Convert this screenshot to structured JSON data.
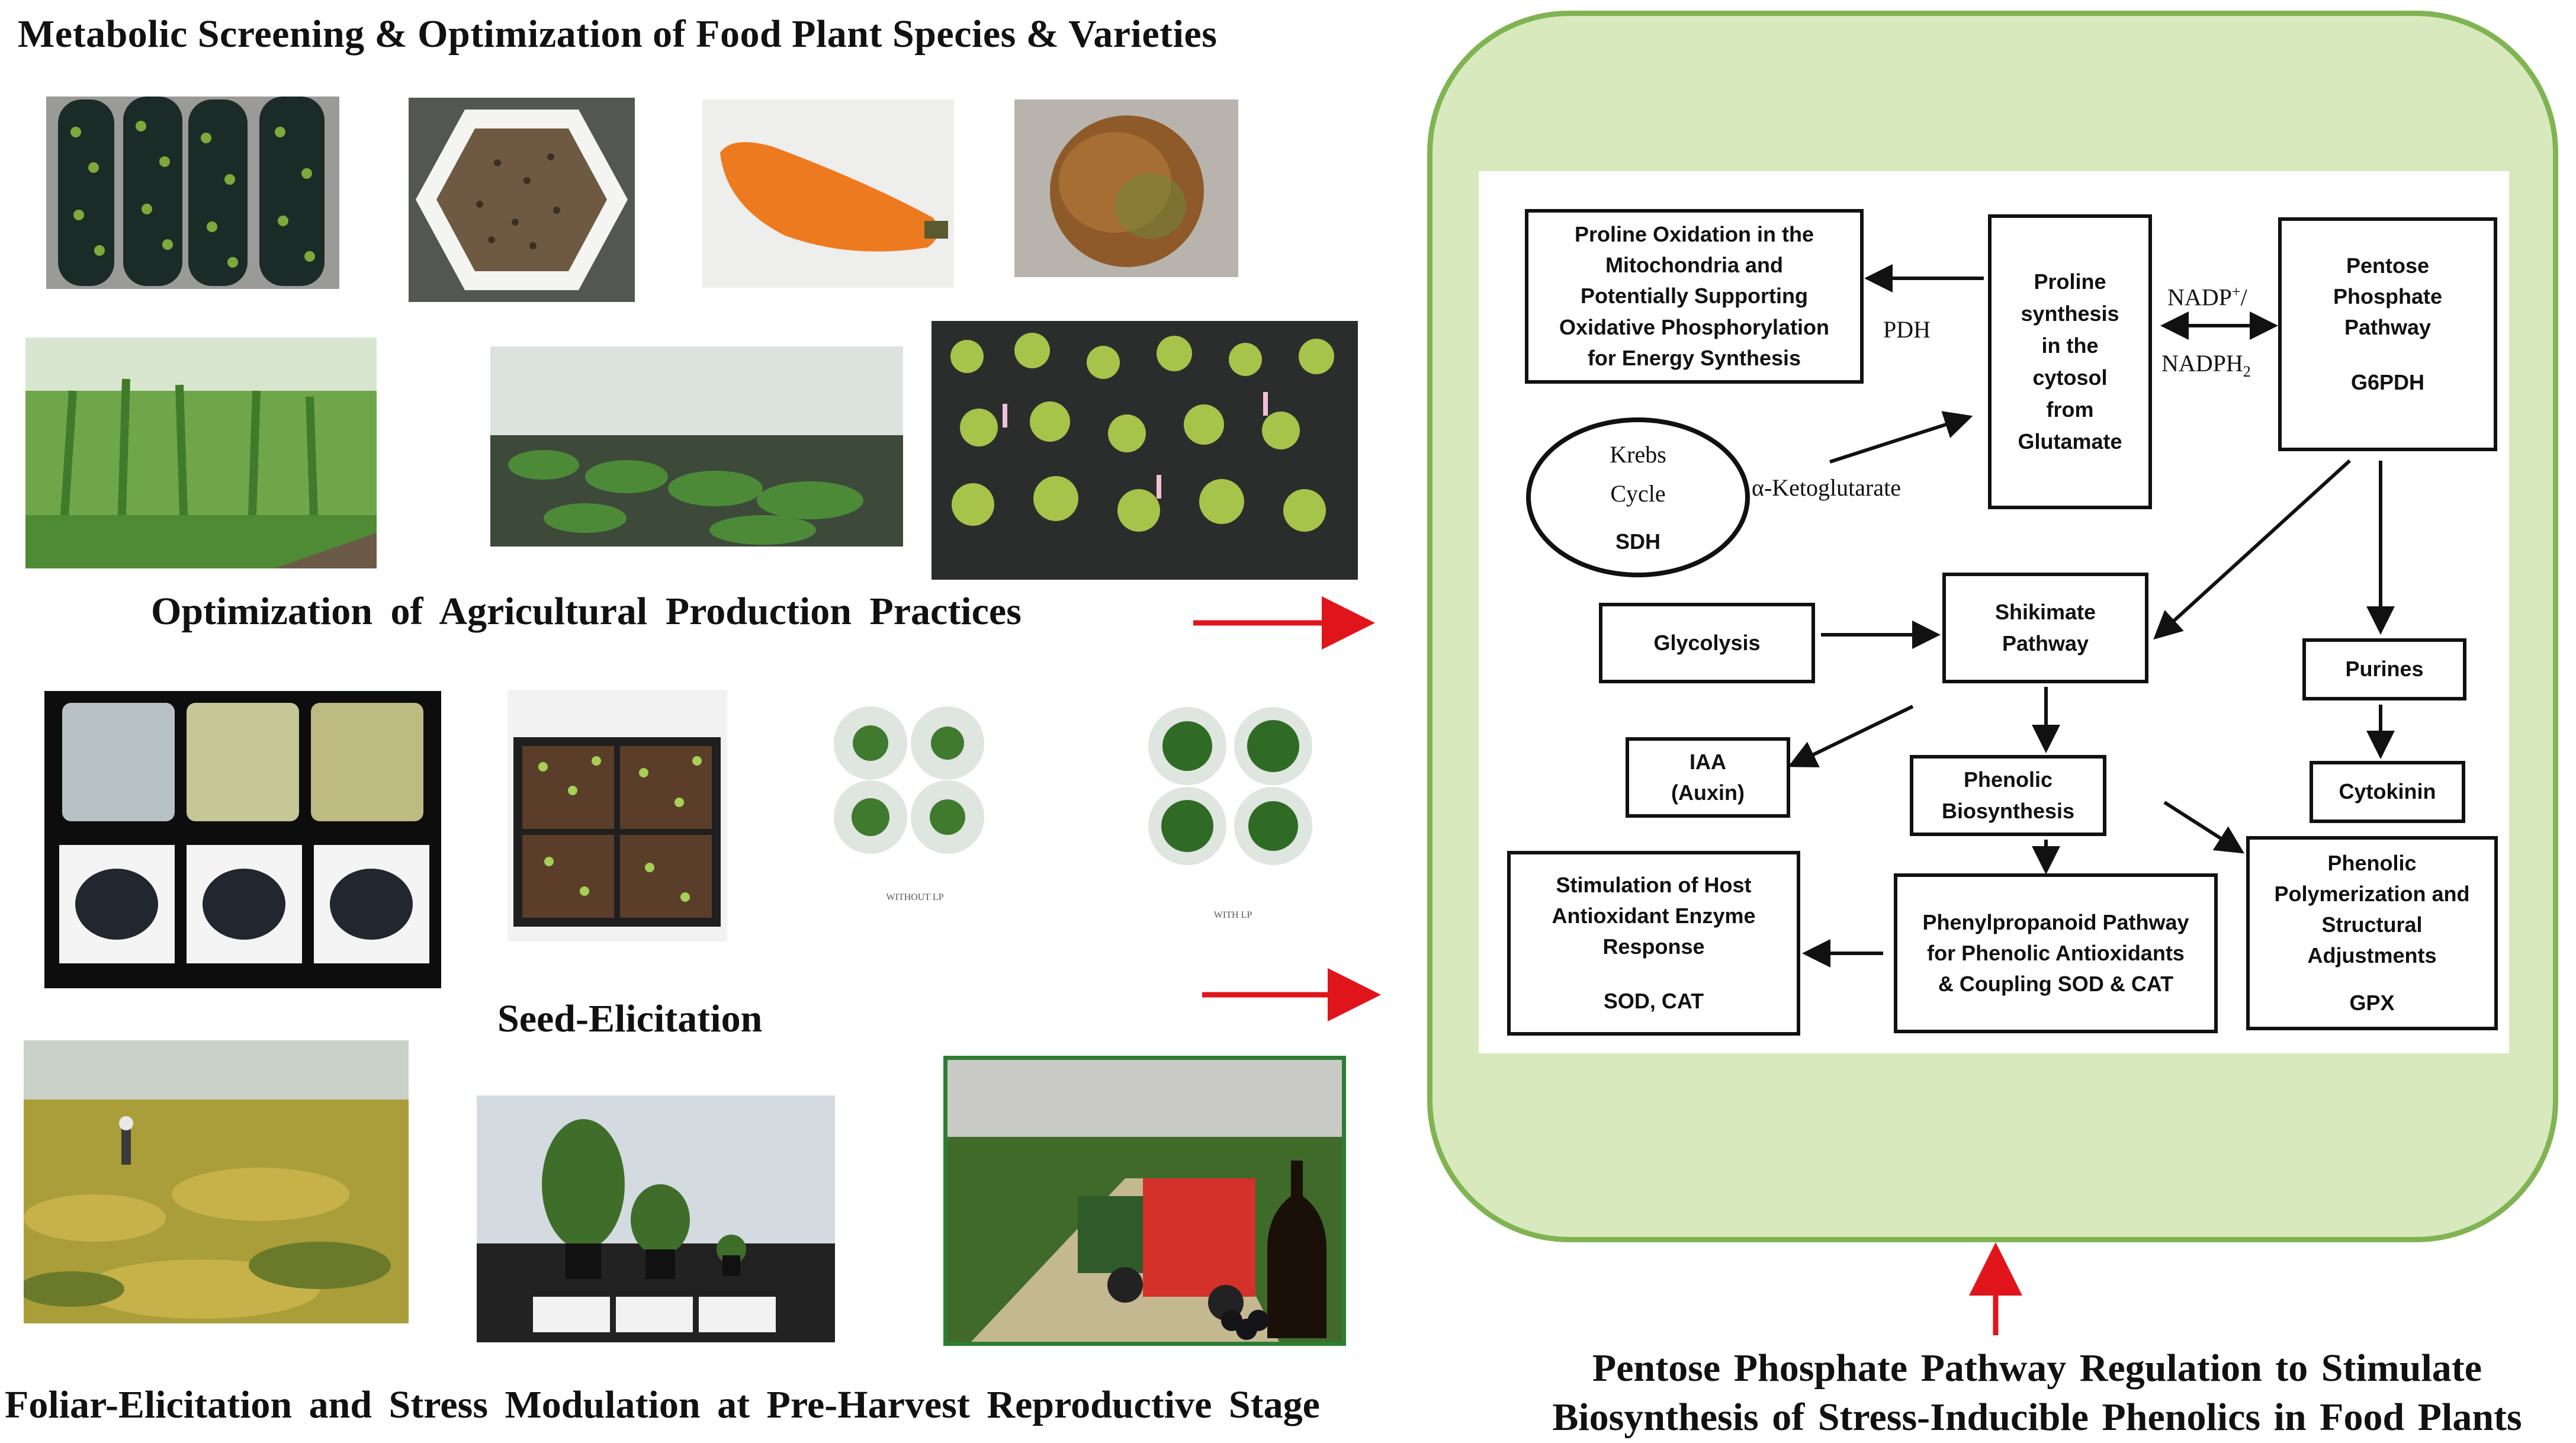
{
  "headings": {
    "title": "Metabolic Screening & Optimization of Food Plant Species & Varieties",
    "agri": "Optimization of Agricultural Production Practices",
    "seed": "Seed-Elicitation",
    "foliar": "Foliar-Elicitation and Stress Modulation at Pre-Harvest Reproductive Stage"
  },
  "plate_labels": {
    "without_text": "WITHOUT LP",
    "with_text": "WITH LP"
  },
  "diagram": {
    "proline_oxidation": [
      "Proline Oxidation in the",
      "Mitochondria and",
      "Potentially Supporting",
      "Oxidative Phosphorylation",
      "for Energy Synthesis"
    ],
    "proline_synthesis": [
      "Proline",
      "synthesis",
      "in the",
      "cytosol",
      "from",
      "Glutamate"
    ],
    "ppp": [
      "Pentose",
      "Phosphate",
      "Pathway"
    ],
    "ppp_enzyme": "G6PDH",
    "pdh": "PDH",
    "nadp": "NADP",
    "nadp_sup": "+",
    "nadp_slash": "/",
    "nadph": "NADPH",
    "nadph_sub": "2",
    "krebs": [
      "Krebs",
      "Cycle"
    ],
    "krebs_enzyme": "SDH",
    "akg": "α-Ketoglutarate",
    "glycolysis": "Glycolysis",
    "shikimate": [
      "Shikimate",
      "Pathway"
    ],
    "purines": "Purines",
    "iaa": [
      "IAA",
      "(Auxin)"
    ],
    "phenolic_bio": [
      "Phenolic",
      "Biosynthesis"
    ],
    "cytokinin": "Cytokinin",
    "stimulation": [
      "Stimulation of Host",
      "Antioxidant Enzyme",
      "Response"
    ],
    "stimulation_enzymes": "SOD, CAT",
    "phenylpropanoid": [
      "Phenylpropanoid Pathway",
      "for Phenolic Antioxidants",
      "& Coupling SOD & CAT"
    ],
    "polymerization": [
      "Phenolic",
      "Polymerization and",
      "Structural",
      "Adjustments"
    ],
    "polymerization_enzyme": "GPX"
  },
  "caption": [
    "Pentose Phosphate Pathway Regulation to Stimulate",
    "Biosynthesis of Stress-Inducible Phenolics in Food Plants"
  ],
  "colors": {
    "panel_fill": "#d8e9bd",
    "panel_border": "#80b453",
    "arrow_red": "#e0151b",
    "frame_green": "#2e7d32"
  }
}
